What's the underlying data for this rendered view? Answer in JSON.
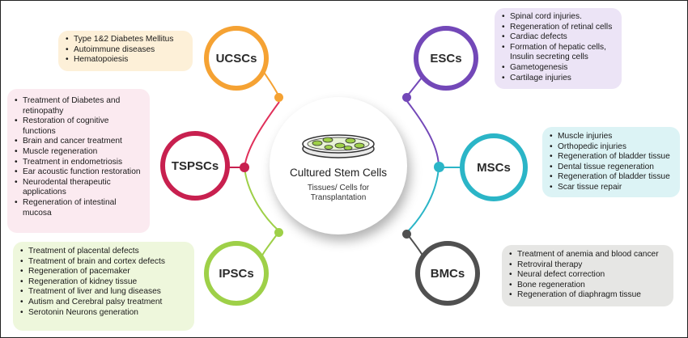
{
  "center": {
    "title": "Cultured Stem Cells",
    "subtitle": "Tissues/ Cells for Transplantation"
  },
  "nodes": {
    "ucscs": {
      "label": "UCSCs",
      "color": "#f5a233",
      "items": [
        "Type 1&2 Diabetes Mellitus",
        "Autoimmune diseases",
        "Hematopoiesis"
      ]
    },
    "tspscs": {
      "label": "TSPSCs",
      "color": "#c8204f",
      "items": [
        "Treatment of Diabetes and retinopathy",
        "Restoration of cognitive functions",
        "Brain and cancer treatment",
        "Muscle regeneration",
        "Treatment in endometriosis",
        "Ear acoustic function restoration",
        "Neurodental therapeutic applications",
        "Regeneration of intestinal mucosa"
      ]
    },
    "ipscs": {
      "label": "IPSCs",
      "color": "#9ed048",
      "items": [
        "Treatment of placental defects",
        "Treatment of brain and cortex defects",
        "Regeneration of pacemaker",
        "Regeneration of kidney tissue",
        "Treatment of liver and lung diseases",
        "Autism and Cerebral palsy treatment",
        "Serotonin Neurons generation"
      ]
    },
    "escs": {
      "label": "ESCs",
      "color": "#7348b8",
      "items": [
        "Spinal cord injuries.",
        "Regeneration of retinal cells",
        "Cardiac defects",
        "Formation of hepatic cells, Insulin secreting cells",
        "Gametogenesis",
        "Cartilage injuries"
      ]
    },
    "mscs": {
      "label": "MSCs",
      "color": "#2bb5c7",
      "items": [
        "Muscle injuries",
        "Orthopedic injuries",
        "Regeneration of bladder tissue",
        "Dental tissue regeneration",
        "Regeneration of bladder tissue",
        "Scar tissue repair"
      ]
    },
    "bmcs": {
      "label": "BMCs",
      "color": "#505050",
      "items": [
        "Treatment of anemia and blood cancer",
        "Retroviral therapy",
        "Neural defect correction",
        "Bone regeneration",
        "Regeneration of diaphragm tissue"
      ]
    }
  },
  "box_colors": {
    "ucscs": "#fdf0d8",
    "tspscs": "#fbeaf0",
    "ipscs": "#eef7dc",
    "escs": "#ece4f6",
    "mscs": "#dcf3f5",
    "bmcs": "#e6e6e4"
  }
}
